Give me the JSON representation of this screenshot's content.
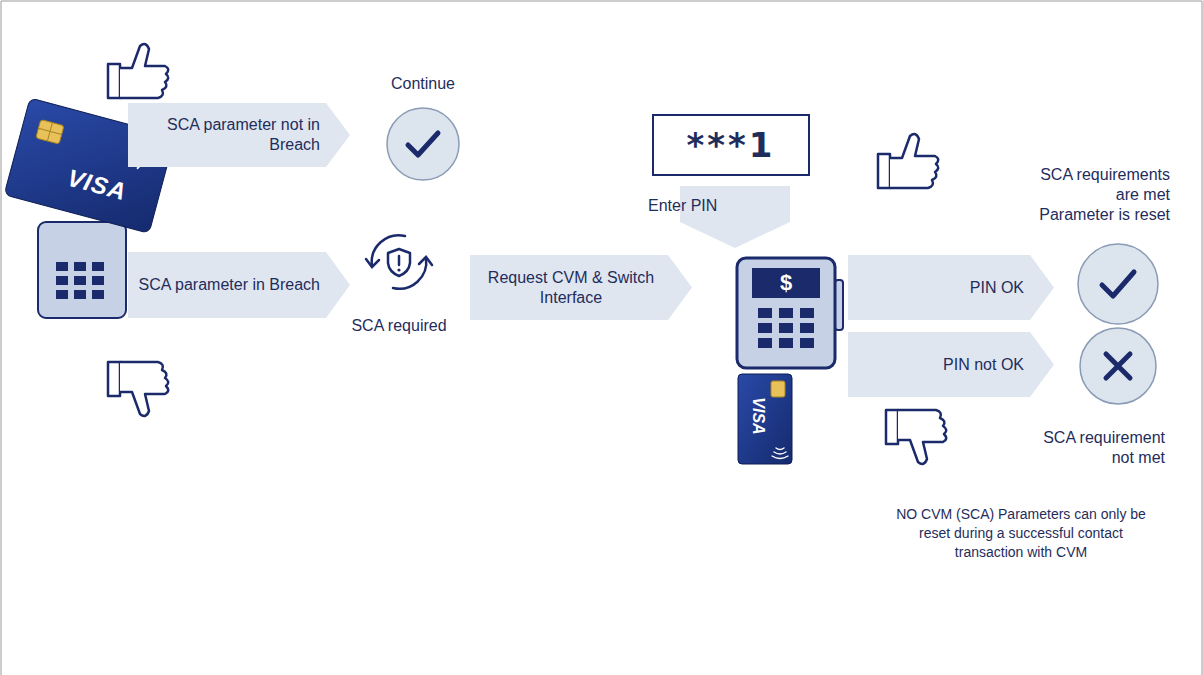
{
  "diagram": {
    "nodes": [
      {
        "text": [
          "SCA parameter not in Breach"
        ]
      },
      {
        "text": [
          "Continue"
        ]
      },
      {
        "text": [
          "SCA parameter in Breach"
        ]
      },
      {
        "text": [
          "SCA required"
        ]
      },
      {
        "text": [
          "Request CVM & Switch Interface"
        ]
      },
      {
        "text": [
          "***1"
        ]
      },
      {
        "text": [
          "Enter PIN"
        ]
      },
      {
        "text": [
          "PIN OK"
        ]
      },
      {
        "text": [
          "PIN not OK"
        ]
      }
    ],
    "labels": [
      "VISA",
      "$",
      "VISA",
      "SCA requirements are met",
      "Parameter is reset",
      "SCA requirement not met",
      "NO CVM (SCA) Parameters can only be reset during a successful contact transaction with CVM"
    ]
  }
}
